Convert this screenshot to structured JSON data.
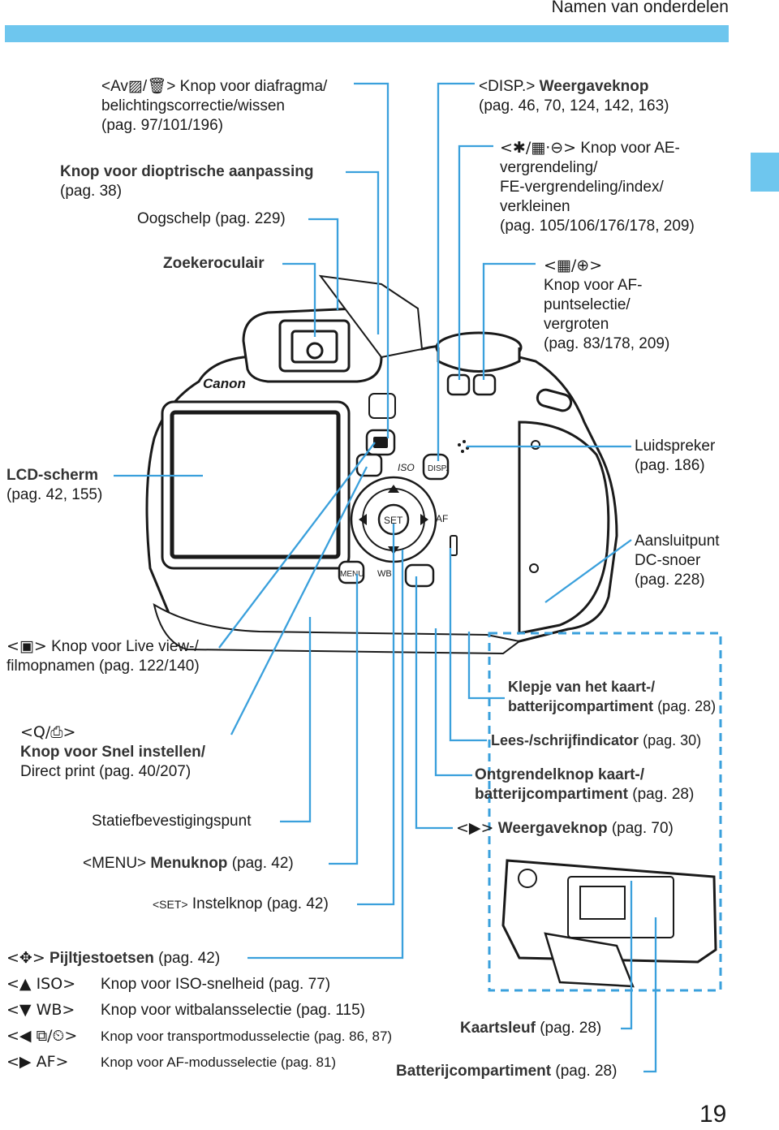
{
  "header": {
    "title": "Namen van onderdelen",
    "page_number": "19",
    "accent_color": "#6ec6ee"
  },
  "labels": {
    "av": {
      "icon": "<Av▨/🗑>",
      "text": "Knop voor diafragma/",
      "line2": "belichtingscorrectie/wissen",
      "line3": "(pag. 97/101/196)"
    },
    "diopter": {
      "text": "Knop voor dioptrische aanpassing",
      "line2": "(pag. 38)"
    },
    "eyecup": {
      "text": "Oogschelp (pag. 229)"
    },
    "eyepiece": {
      "text": "Zoekeroculair"
    },
    "disp": {
      "icon": "<DISP.>",
      "text": "Weergaveknop",
      "line2": "(pag. 46, 70, 124, 142, 163)"
    },
    "ae": {
      "icon": "<✱/▦·⊖>",
      "text": "Knop voor AE-",
      "line2": "vergrendeling/",
      "line3": "FE-vergrendeling/index/",
      "line4": "verkleinen",
      "line5": "(pag. 105/106/176/178, 209)"
    },
    "af": {
      "icon": "<▦/⊕>",
      "line2": "Knop voor AF-",
      "line3": "puntselectie/",
      "line4": "vergroten",
      "line5": "(pag. 83/178, 209)"
    },
    "lcd": {
      "text": "LCD-scherm",
      "line2": "(pag. 42, 155)"
    },
    "speaker": {
      "text": "Luidspreker",
      "line2": "(pag. 186)"
    },
    "dc": {
      "text": "Aansluitpunt",
      "line2": "DC-snoer",
      "line3": "(pag. 228)"
    },
    "live": {
      "icon": "<▣>",
      "text": "Knop voor Live view-/",
      "line2": "filmopnamen (pag. 122/140)"
    },
    "quick": {
      "icon": "<Q/⎙>",
      "text": "Knop voor Snel instellen/",
      "line2": "Direct print (pag. 40/207)"
    },
    "tripod": {
      "text": "Statiefbevestigingspunt"
    },
    "menu": {
      "icon": "<MENU>",
      "text": "Menuknop",
      "pages": "(pag. 42)"
    },
    "set": {
      "icon": "<SET>",
      "text": "Instelknop (pag. 42)"
    },
    "cover": {
      "text": "Klepje van het kaart-/",
      "line2": "batterijcompartiment",
      "pages": "(pag. 28)"
    },
    "access": {
      "text": "Lees-/schrijfindicator",
      "pages": "(pag. 30)"
    },
    "release": {
      "text": "Ontgrendelknop kaart-/",
      "line2": "batterijcompartiment",
      "pages": "(pag. 28)"
    },
    "play": {
      "icon": "<▶>",
      "text": "Weergaveknop",
      "pages": "(pag. 70)"
    },
    "cardslot": {
      "text": "Kaartsleuf",
      "pages": "(pag. 28)"
    },
    "battery": {
      "text": "Batterijcompartiment",
      "pages": "(pag. 28)"
    }
  },
  "cross_keys": {
    "header": {
      "icon": "<✥>",
      "text": "Pijltjestoetsen",
      "pages": "(pag. 42)"
    },
    "rows": [
      {
        "icon": "<▲ ISO>",
        "text": "Knop voor ISO-snelheid (pag. 77)"
      },
      {
        "icon": "<▼ WB>",
        "text": "Knop voor witbalansselectie (pag. 115)"
      },
      {
        "icon": "<◀ ⧉/⏲>",
        "text": "Knop voor transportmodusselectie (pag. 86, 87)"
      },
      {
        "icon": "<▶ AF>",
        "text": "Knop voor AF-modusselectie (pag. 81)"
      }
    ]
  },
  "camera": {
    "brand": "Canon",
    "btn_iso": "ISO",
    "btn_disp": "DISP.",
    "btn_af": "AF",
    "btn_wb": "WB",
    "btn_menu": "MENU",
    "btn_set": "SET"
  }
}
